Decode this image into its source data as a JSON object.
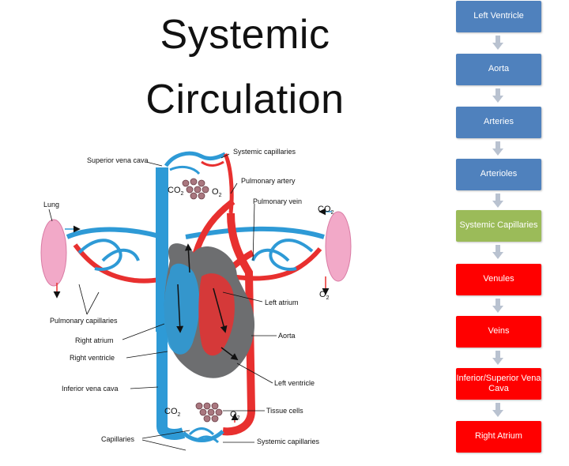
{
  "title": {
    "line1": "Systemic",
    "line2": "Circulation"
  },
  "diagram_labels": {
    "superior_vena_cava": "Superior vena cava",
    "systemic_capillaries_top": "Systemic capillaries",
    "pulmonary_artery": "Pulmonary artery",
    "pulmonary_vein": "Pulmonary vein",
    "lung": "Lung",
    "left_atrium": "Left atrium",
    "pulmonary_capillaries": "Pulmonary capillaries",
    "aorta": "Aorta",
    "right_atrium": "Right atrium",
    "right_ventricle": "Right ventricle",
    "left_ventricle": "Left ventricle",
    "inferior_vena_cava": "Inferior vena cava",
    "tissue_cells": "Tissue cells",
    "capillaries": "Capillaries",
    "systemic_capillaries_bottom": "Systemic capillaries",
    "co2": "CO",
    "o2": "O",
    "subscript_2": "2"
  },
  "flow_steps": [
    {
      "label": "Left Ventricle",
      "color": "#4f81bd"
    },
    {
      "label": "Aorta",
      "color": "#4f81bd"
    },
    {
      "label": "Arteries",
      "color": "#4f81bd"
    },
    {
      "label": "Arterioles",
      "color": "#4f81bd"
    },
    {
      "label": "Systemic Capillaries",
      "color": "#9bbb59"
    },
    {
      "label": "Venules",
      "color": "#ff0000"
    },
    {
      "label": "Veins",
      "color": "#ff0000"
    },
    {
      "label": "Inferior/Superior Vena Cava",
      "color": "#ff0000"
    },
    {
      "label": "Right Atrium",
      "color": "#ff0000"
    }
  ],
  "colors": {
    "oxygenated": "#e8302f",
    "deoxygenated": "#2e9ad6",
    "heart_gray": "#6d6e70",
    "lung_pink": "#f2a9c8",
    "arrow_gray": "#b9c2d0"
  }
}
